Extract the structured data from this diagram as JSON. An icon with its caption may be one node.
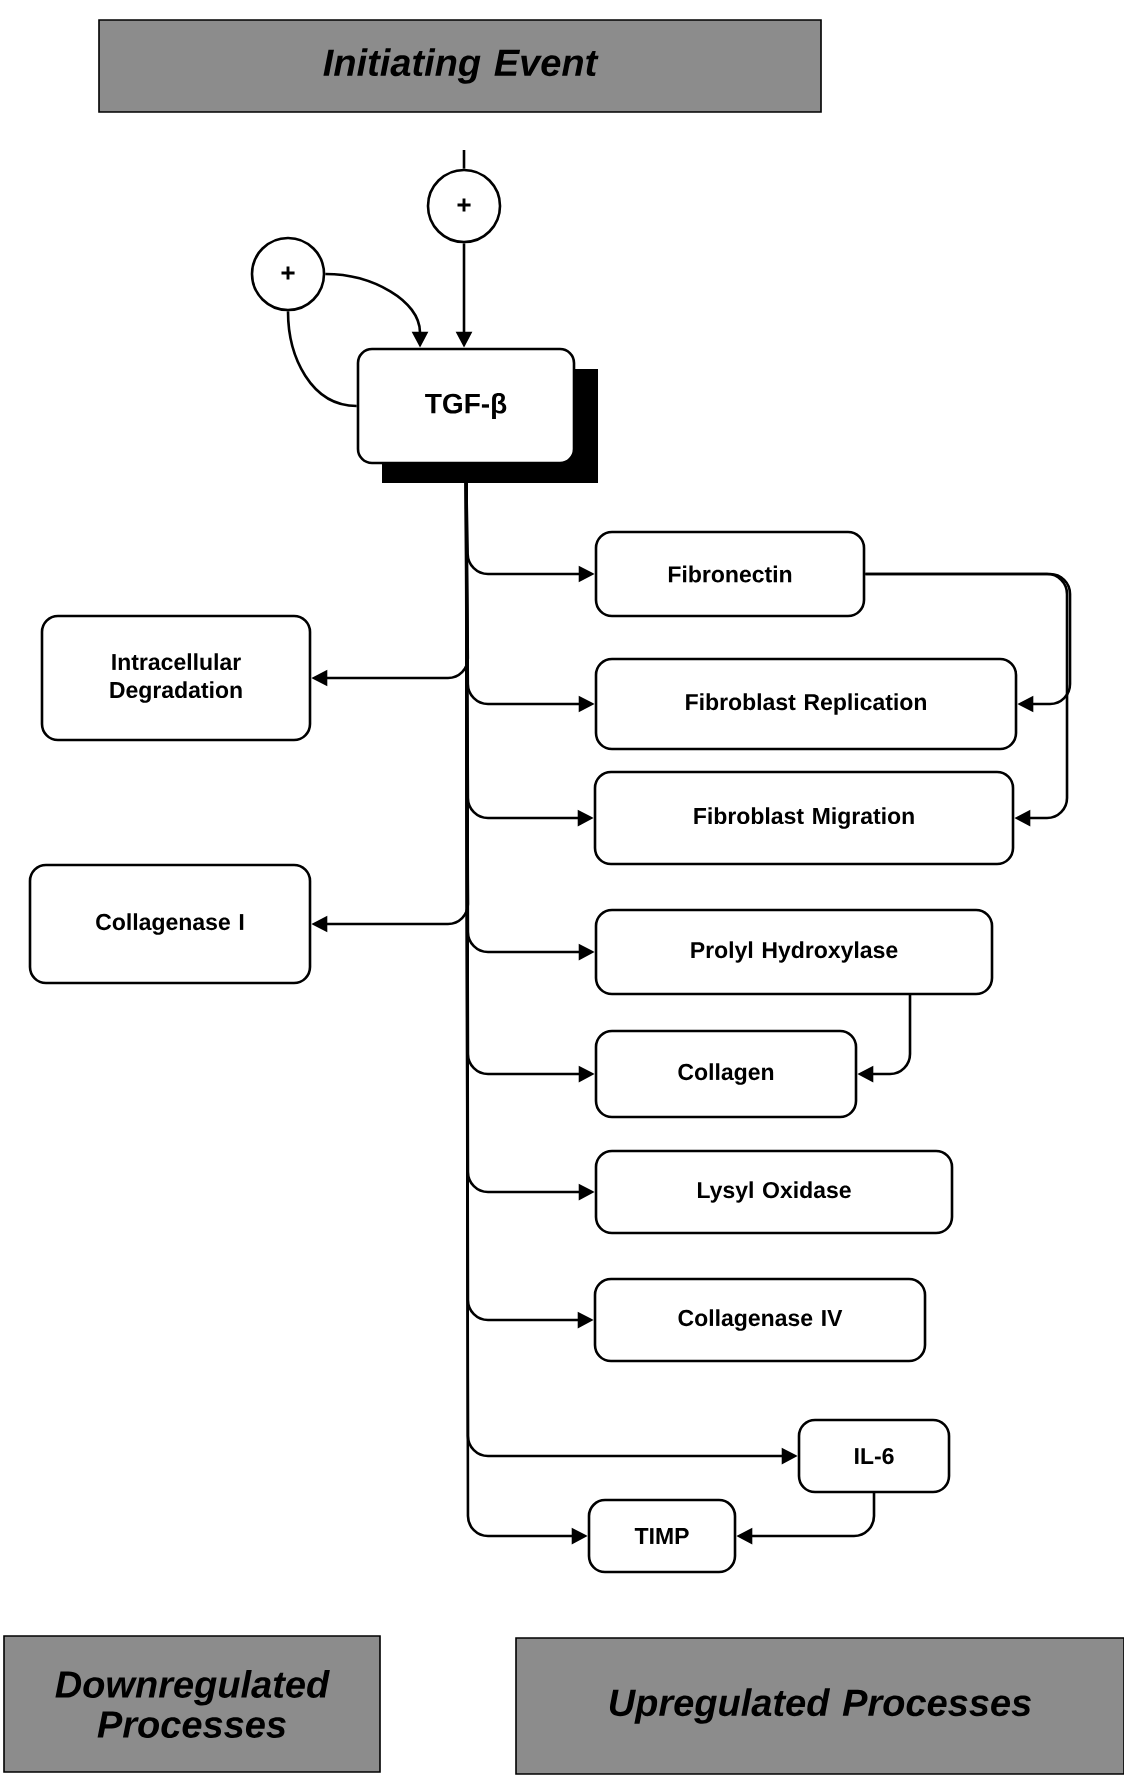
{
  "diagram": {
    "nodes": [
      {
        "text": [
          "Initiating Event"
        ]
      },
      {
        "text": [
          "+"
        ]
      },
      {
        "text": [
          "+"
        ]
      },
      {
        "text": [
          "TGF-β"
        ]
      },
      {
        "text": [
          "Intracellular Degradation"
        ]
      },
      {
        "text": [
          "Collagenase I"
        ]
      },
      {
        "text": [
          "Fibronectin"
        ]
      },
      {
        "text": [
          "Fibroblast Replication"
        ]
      },
      {
        "text": [
          "Fibroblast Migration"
        ]
      },
      {
        "text": [
          "Prolyl Hydroxylase"
        ]
      },
      {
        "text": [
          "Collagen"
        ]
      },
      {
        "text": [
          "Lysyl Oxidase"
        ]
      },
      {
        "text": [
          "Collagenase IV"
        ]
      },
      {
        "text": [
          "IL-6"
        ]
      },
      {
        "text": [
          "TIMP"
        ]
      },
      {
        "text": [
          "Downregulated Processes"
        ]
      },
      {
        "text": [
          "Upregulated Processes"
        ]
      }
    ],
    "edges": [
      {
        "from": null,
        "to": 1,
        "arrow": "none"
      },
      {
        "from": 1,
        "to": 3,
        "arrow": "to"
      },
      {
        "from": 3,
        "to": 2,
        "arrow": "none"
      },
      {
        "from": 2,
        "to": 3,
        "arrow": "to"
      },
      {
        "from": 3,
        "to": 4,
        "arrow": "to"
      },
      {
        "from": 3,
        "to": 5,
        "arrow": "to"
      },
      {
        "from": 3,
        "to": 6,
        "arrow": "to"
      },
      {
        "from": 3,
        "to": 7,
        "arrow": "to"
      },
      {
        "from": 3,
        "to": 8,
        "arrow": "to"
      },
      {
        "from": 3,
        "to": 9,
        "arrow": "to"
      },
      {
        "from": 3,
        "to": 10,
        "arrow": "to"
      },
      {
        "from": 3,
        "to": 11,
        "arrow": "to"
      },
      {
        "from": 3,
        "to": 12,
        "arrow": "to"
      },
      {
        "from": 3,
        "to": 13,
        "arrow": "to"
      },
      {
        "from": 3,
        "to": 14,
        "arrow": "to"
      },
      {
        "from": 6,
        "to": 7,
        "arrow": "to"
      },
      {
        "from": 6,
        "to": 8,
        "arrow": "to"
      },
      {
        "from": 9,
        "to": 10,
        "arrow": "to"
      },
      {
        "from": 13,
        "to": 14,
        "arrow": "to"
      }
    ]
  }
}
